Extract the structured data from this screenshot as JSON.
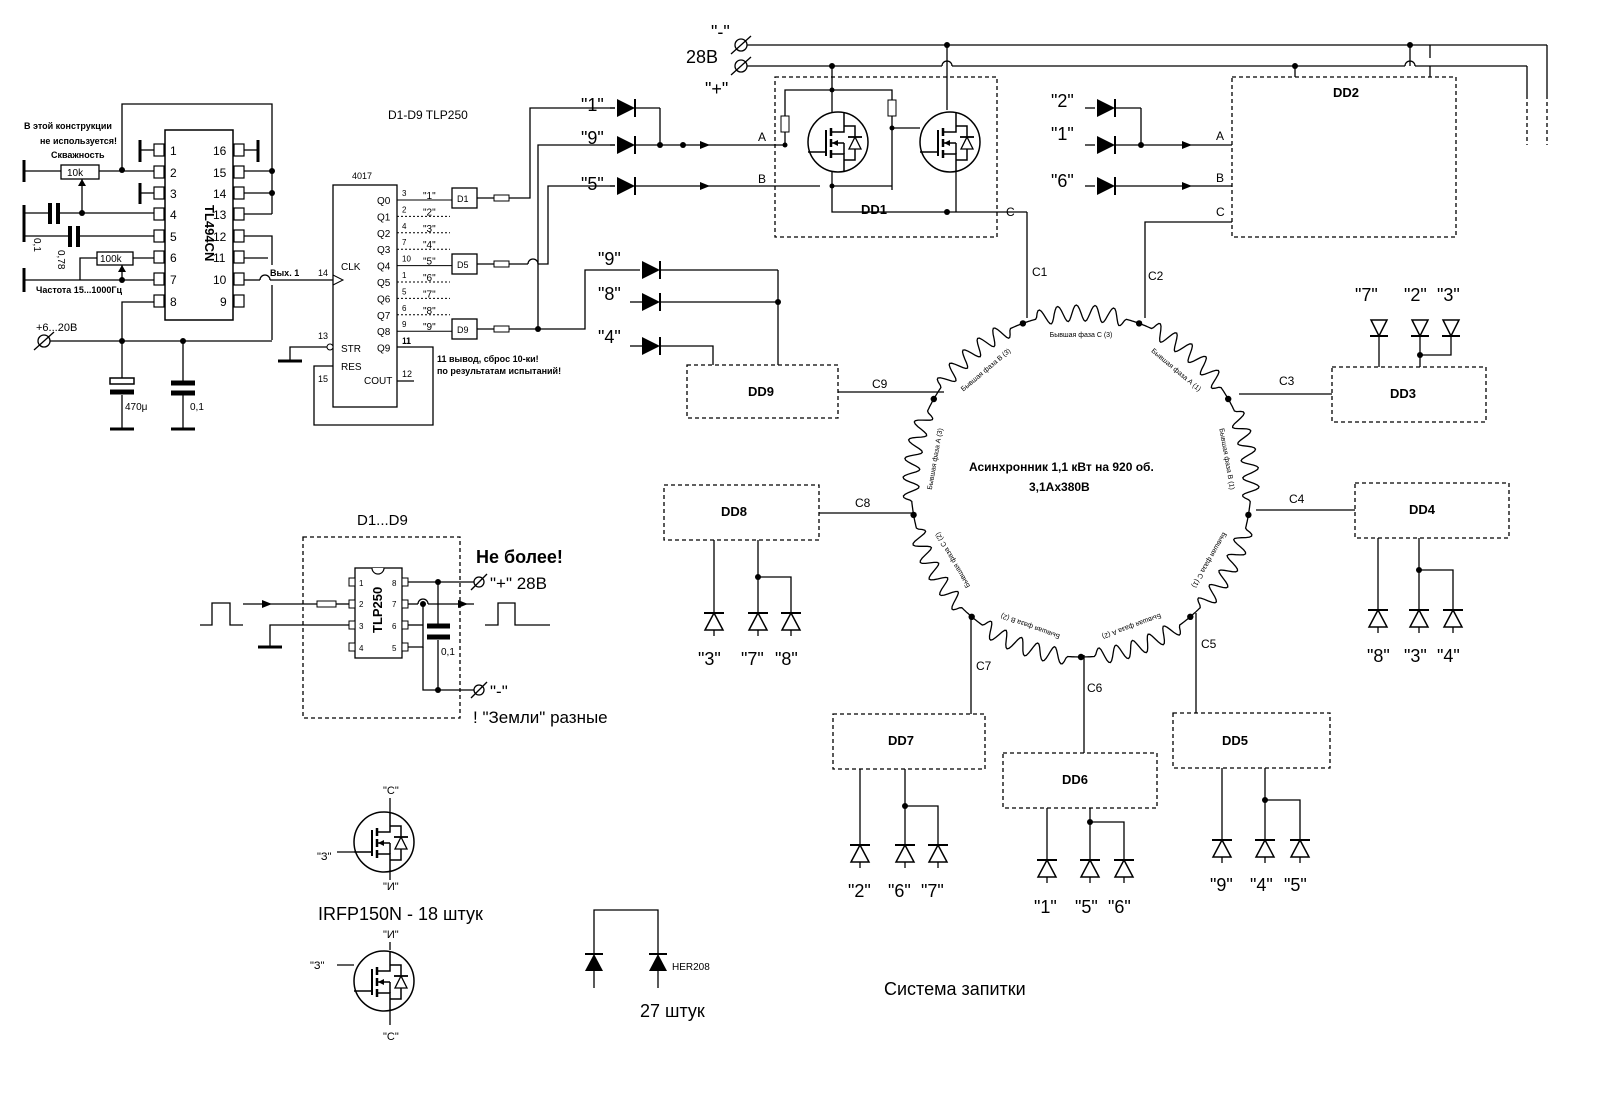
{
  "supply": {
    "minus": "\"-\"",
    "plus": "\"+\"",
    "voltage": "28В",
    "input": "+6...20В"
  },
  "left": {
    "note1": "В этой конструкции",
    "note2": "не используется!",
    "duty": "Скважность",
    "r1": "10k",
    "r2": "100k",
    "c1": "0,1",
    "c2": "0,78",
    "freq": "Частота 15...1000Гц",
    "tl494": "TL494CN",
    "out": "Вых. 1",
    "c470": "470μ",
    "c01": "0,1",
    "tl_pins_left": [
      "1",
      "2",
      "3",
      "4",
      "5",
      "6",
      "7",
      "8"
    ],
    "tl_pins_right": [
      "16",
      "15",
      "14",
      "13",
      "12",
      "11",
      "10",
      "9"
    ]
  },
  "counter": {
    "title_drivers": "D1-D9  TLP250",
    "name": "4017",
    "clk": "CLK",
    "str": "STR",
    "res": "RES",
    "cout": "COUT",
    "pin14": "14",
    "pin13": "13",
    "pin15": "15",
    "pin11": "11",
    "pin12": "12",
    "q_labels": [
      "Q0",
      "Q1",
      "Q2",
      "Q3",
      "Q4",
      "Q5",
      "Q6",
      "Q7",
      "Q8",
      "Q9"
    ],
    "q_pins": [
      "3",
      "2",
      "4",
      "7",
      "10",
      "1",
      "5",
      "6",
      "9",
      "11"
    ],
    "q_names": [
      "\"1\"",
      "\"2\"",
      "\"3\"",
      "\"4\"",
      "\"5\"",
      "\"6\"",
      "\"7\"",
      "\"8\"",
      "\"9\""
    ],
    "d1": "D1",
    "d5": "D5",
    "d9": "D9",
    "note1": "11 вывод, сброс 10-ки!",
    "note2": "по результатам испытаний!"
  },
  "dd1": {
    "name": "DD1",
    "in1": "\"1\"",
    "in9": "\"9\"",
    "in5": "\"5\"",
    "a": "A",
    "b": "B",
    "c": "C"
  },
  "dd2": {
    "name": "DD2",
    "in2": "\"2\"",
    "in1": "\"1\"",
    "in6": "\"6\"",
    "a": "A",
    "b": "B",
    "c": "C"
  },
  "dd9": {
    "name": "DD9",
    "in9": "\"9\"",
    "in8": "\"8\"",
    "in4": "\"4\""
  },
  "dd3": {
    "name": "DD3",
    "l1": "\"7\"",
    "l2": "\"2\"",
    "l3": "\"3\""
  },
  "dd4": {
    "name": "DD4",
    "l1": "\"8\"",
    "l2": "\"3\"",
    "l3": "\"4\""
  },
  "dd5": {
    "name": "DD5",
    "l1": "\"9\"",
    "l2": "\"4\"",
    "l3": "\"5\""
  },
  "dd6": {
    "name": "DD6",
    "l1": "\"1\"",
    "l2": "\"5\"",
    "l3": "\"6\""
  },
  "dd7": {
    "name": "DD7",
    "l1": "\"2\"",
    "l2": "\"6\"",
    "l3": "\"7\""
  },
  "dd8": {
    "name": "DD8",
    "l1": "\"3\"",
    "l2": "\"7\"",
    "l3": "\"8\""
  },
  "ring": {
    "c_labels": [
      "C1",
      "C2",
      "C3",
      "C4",
      "C5",
      "C6",
      "C7",
      "C8",
      "C9"
    ],
    "motor1": "Асинхронник 1,1 кВт на 920 об.",
    "motor2": "3,1Ах380В",
    "phases": [
      "Бывшая фаза А (1)",
      "Бывшая фаза В (1)",
      "Бывшая фаза С (1)",
      "Бывшая фаза А (2)",
      "Бывшая фаза В (2)",
      "Бывшая фаза С (2)",
      "Бывшая фаза А (3)",
      "Бывшая фаза В (3)",
      "Бывшая фаза С (3)"
    ]
  },
  "tlp": {
    "title": "D1...D9",
    "chip": "TLP250",
    "pins_left": [
      "1",
      "2",
      "3",
      "4"
    ],
    "pins_right": [
      "8",
      "7",
      "6",
      "5"
    ],
    "warn": "Не более!",
    "plus": "\"+\" 28В",
    "minus": "\"-\"",
    "cap": "0,1",
    "grounds": "! \"Земли\" разные"
  },
  "legend": {
    "c": "\"С\"",
    "z": "\"З\"",
    "i": "\"И\"",
    "mosfet": "IRFP150N - 18 штук",
    "diode": "HER208",
    "diodes": "27 штук",
    "caption": "Система запитки"
  }
}
